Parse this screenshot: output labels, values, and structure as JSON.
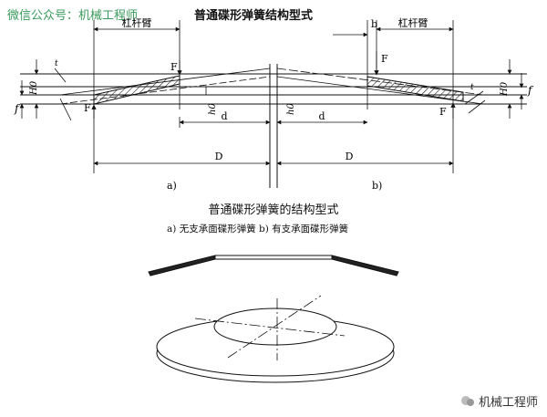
{
  "watermark": {
    "left": "微信公众号：机械工程师",
    "right": "机械工程师"
  },
  "title": "普通碟形弹簧结构型式",
  "labels": {
    "lever_arm": "杠杆臂",
    "F": "F",
    "d": "d",
    "D": "D",
    "H0": "H0",
    "h0": "h0",
    "f": "f",
    "t": "t",
    "b": "b",
    "a_mark": "a)",
    "b_mark": "b)"
  },
  "caption_title": "普通碟形弹簧的结构型式",
  "caption_sub": "a)  无支承面碟形弹簧 b) 有支承面碟形弹簧",
  "icons": {
    "watermark_logo": "wechat-logo-icon"
  }
}
